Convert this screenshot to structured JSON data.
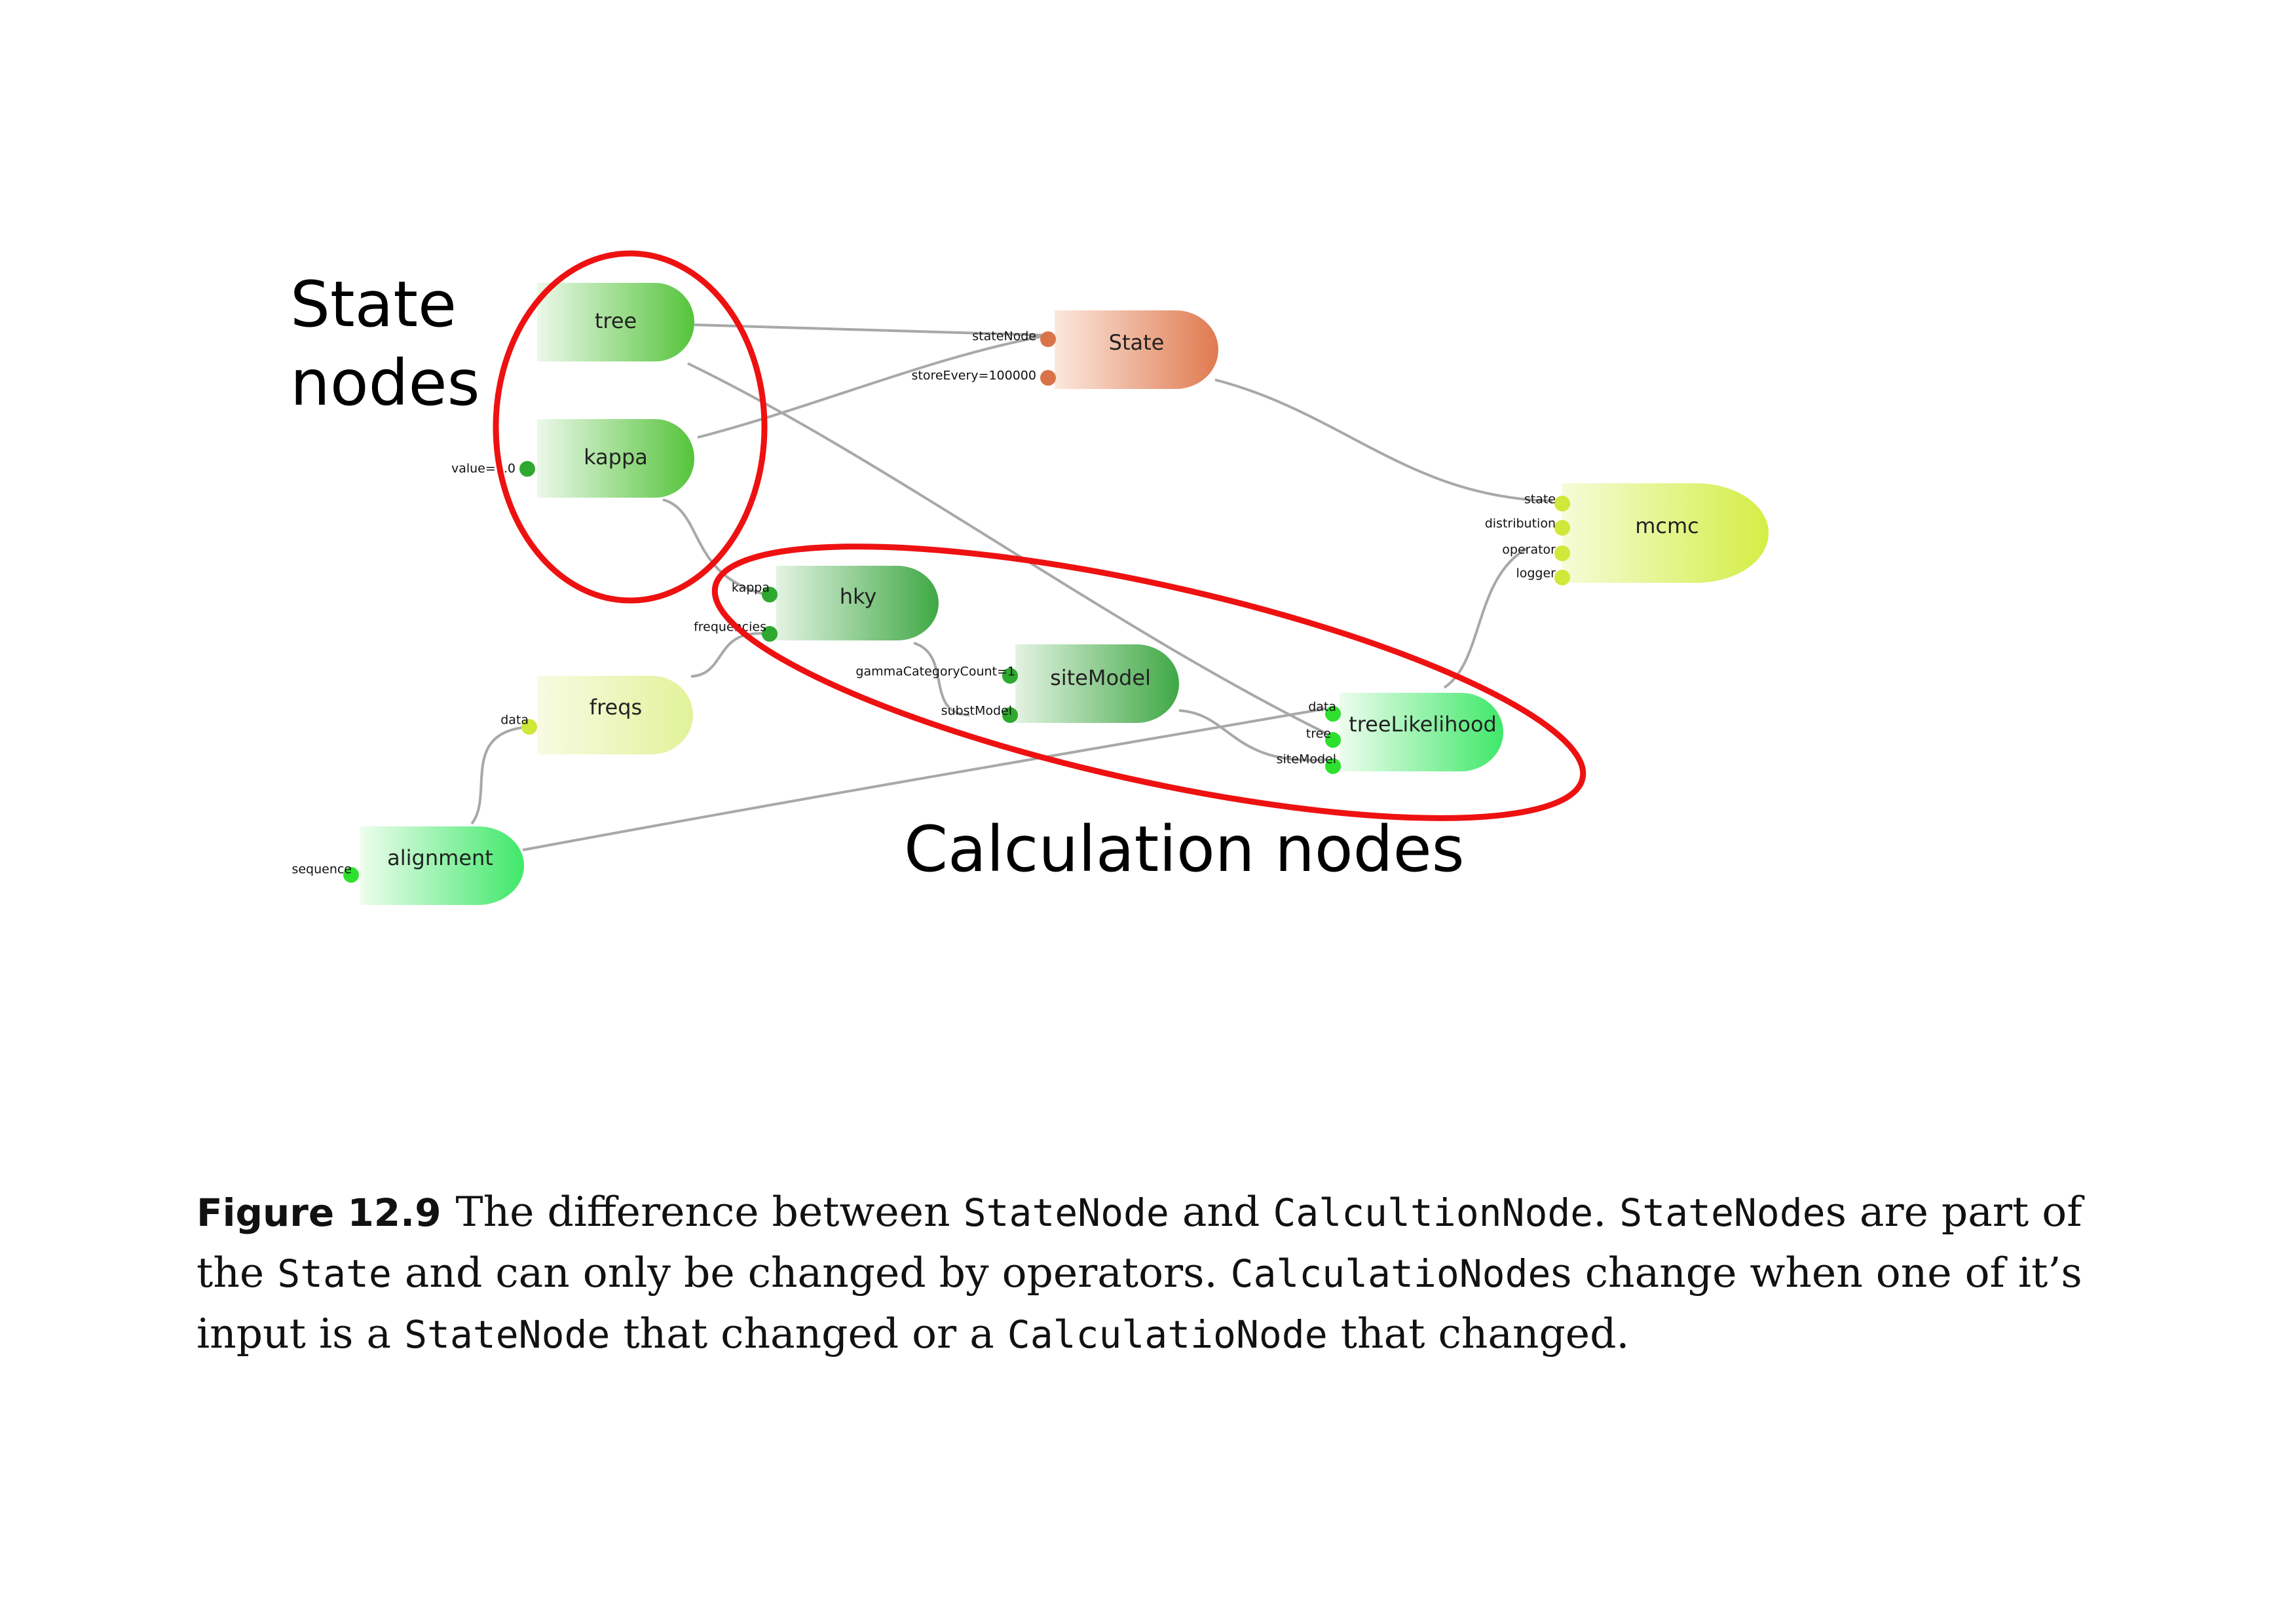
{
  "annotations": {
    "state_line1": "State",
    "state_line2": "nodes",
    "calc": "Calculation nodes"
  },
  "nodes": {
    "tree": "tree",
    "kappa": "kappa",
    "state": "State",
    "mcmc": "mcmc",
    "hky": "hky",
    "freqs": "freqs",
    "siteModel": "siteModel",
    "treeLikelihood": "treeLikelihood",
    "alignment": "alignment"
  },
  "ports": {
    "state_stateNode": "stateNode",
    "state_storeEvery": "storeEvery=100000",
    "kappa_value": "value=1.0",
    "mcmc_state": "state",
    "mcmc_distribution": "distribution",
    "mcmc_operator": "operator",
    "mcmc_logger": "logger",
    "hky_kappa": "kappa",
    "hky_frequencies": "frequencies",
    "siteModel_gamma": "gammaCategoryCount=1",
    "siteModel_subst": "substModel",
    "freqs_data": "data",
    "tl_data": "data",
    "tl_tree": "tree",
    "tl_siteModel": "siteModel",
    "alignment_sequence": "sequence"
  },
  "caption": {
    "figure_label": "Figure 12.9",
    "t1": "The difference between ",
    "c1": "StateNode",
    "t2": " and ",
    "c2": "CalcultionNode",
    "t3": ". ",
    "c3": "StateNode",
    "t4": "s are part of the ",
    "c4": "State",
    "t5": " and can only be changed by operators. ",
    "c5": "CalculatioNode",
    "t6": "s change when one of it’s input is a ",
    "c6": "StateNode",
    "t7": " that changed or a ",
    "c7": "CalculatioNode",
    "t8": " that changed."
  },
  "colors": {
    "highlight": "#ee1111",
    "state_node": "#e07a50",
    "state_port": "#d9744a",
    "green_port": "#2fa82f",
    "bright_port": "#2ee02e",
    "mcmc_port": "#cfe83a",
    "edge": "#a8a8a8"
  }
}
